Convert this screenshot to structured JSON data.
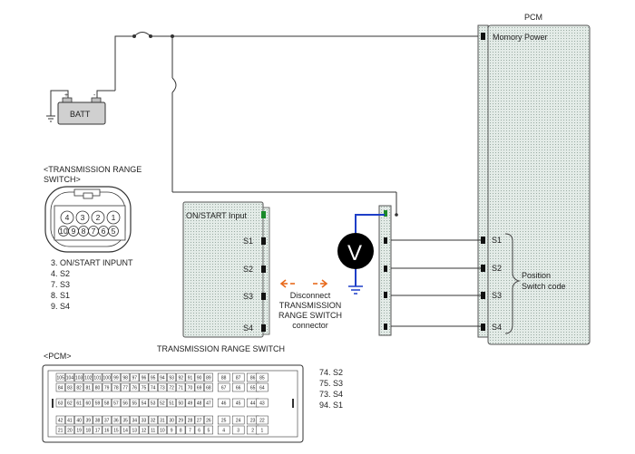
{
  "pcm": {
    "title": "PCM",
    "memory_power": "Momory Power",
    "pins": [
      "S1",
      "S2",
      "S3",
      "S4"
    ],
    "position_code": [
      "Position",
      "Switch code"
    ]
  },
  "battery": {
    "label": "BATT"
  },
  "trs": {
    "title": "TRANSMISSION RANGE SWITCH",
    "on_start": "ON/START Input",
    "pins": [
      "S1",
      "S2",
      "S3",
      "S4"
    ]
  },
  "meter": {
    "symbol": "V"
  },
  "disconnect_note": [
    "Disconnect",
    "TRANSMISSION",
    "RANGE SWITCH",
    "connector"
  ],
  "trs_connector": {
    "header": [
      "<TRANSMISSION RANGE",
      "SWITCH>"
    ],
    "top_pins": [
      "4",
      "3",
      "2",
      "1"
    ],
    "bottom_pins": [
      "10",
      "9",
      "8",
      "7",
      "6",
      "5"
    ],
    "legend": [
      "3. ON/START INPUNT",
      "4. S2",
      "7. S3",
      "8. S1",
      "9. S4"
    ]
  },
  "pcm_connector": {
    "header": "<PCM>",
    "rows": [
      [
        "105",
        "104",
        "103",
        "102",
        "101",
        "100",
        "99",
        "98",
        "97",
        "96",
        "95",
        "94",
        "93",
        "92",
        "91",
        "90",
        "89",
        "",
        "88",
        "",
        "87",
        "",
        "86",
        "85"
      ],
      [
        "84",
        "83",
        "82",
        "81",
        "80",
        "79",
        "78",
        "77",
        "76",
        "75",
        "74",
        "73",
        "72",
        "71",
        "70",
        "69",
        "68",
        "",
        "67",
        "",
        "66",
        "",
        "65",
        "64"
      ],
      [
        "63",
        "62",
        "61",
        "60",
        "59",
        "58",
        "57",
        "56",
        "55",
        "54",
        "53",
        "52",
        "51",
        "50",
        "49",
        "48",
        "47",
        "",
        "46",
        "",
        "45",
        "",
        "44",
        "43"
      ],
      [
        "42",
        "41",
        "40",
        "39",
        "38",
        "37",
        "36",
        "35",
        "34",
        "33",
        "32",
        "31",
        "30",
        "29",
        "28",
        "27",
        "26",
        "",
        "25",
        "",
        "24",
        "",
        "23",
        "22"
      ],
      [
        "21",
        "20",
        "19",
        "18",
        "17",
        "16",
        "15",
        "14",
        "13",
        "12",
        "11",
        "10",
        "9",
        "8",
        "7",
        "6",
        "5",
        "",
        "4",
        "",
        "3",
        "",
        "2",
        "1"
      ]
    ],
    "legend": [
      "74. S2",
      "75. S3",
      "73. S4",
      "94. S1"
    ]
  },
  "colors": {
    "wire": "#333333",
    "meter_lead": "#1e3ec8",
    "arrow": "#e86a1c",
    "panel_fill": "#dce6e2",
    "pin_green": "#1a8a2a"
  }
}
